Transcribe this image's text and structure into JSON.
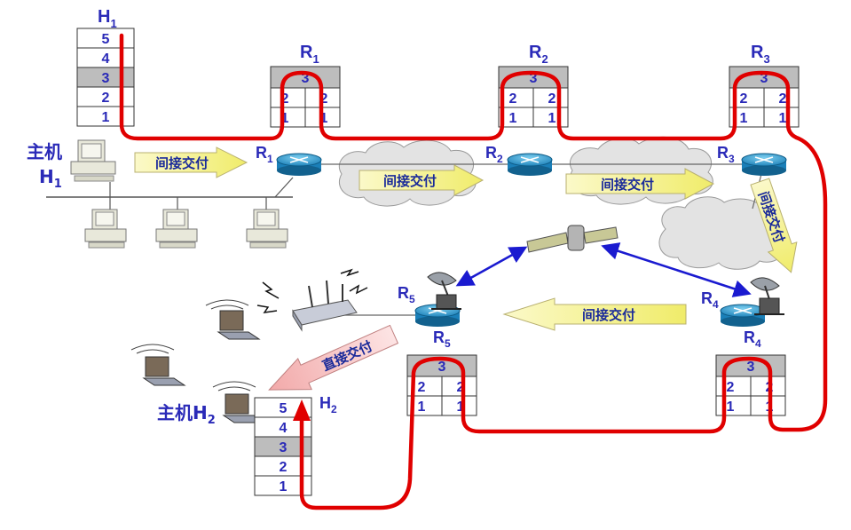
{
  "labels": {
    "h1": "H",
    "h1_sub": "1",
    "h2": "H",
    "h2_sub": "2",
    "host_h1_line1": "主机",
    "host_h1_line2": "H",
    "host_h1_sub": "1",
    "host_h2": "主机H",
    "host_h2_sub": "2",
    "r1": "R",
    "r1_sub": "1",
    "r2": "R",
    "r2_sub": "2",
    "r3": "R",
    "r3_sub": "3",
    "r4": "R",
    "r4_sub": "4",
    "r5": "R",
    "r5_sub": "5"
  },
  "arrows": {
    "indirect": "间接交付",
    "direct": "直接交付"
  },
  "stacks": {
    "host_layers": [
      "5",
      "4",
      "3",
      "2",
      "1"
    ],
    "router_top": "3",
    "router_mid": [
      "2",
      "2"
    ],
    "router_bot": [
      "1",
      "1"
    ]
  },
  "colors": {
    "path": "#e00000",
    "label": "#2a2ab8",
    "arrow_fill": "#f5f2a0",
    "arrow_fill_pink": "#f6c7c7",
    "layer3": "#bdbdbd",
    "link_blue": "#1a1ad0"
  }
}
